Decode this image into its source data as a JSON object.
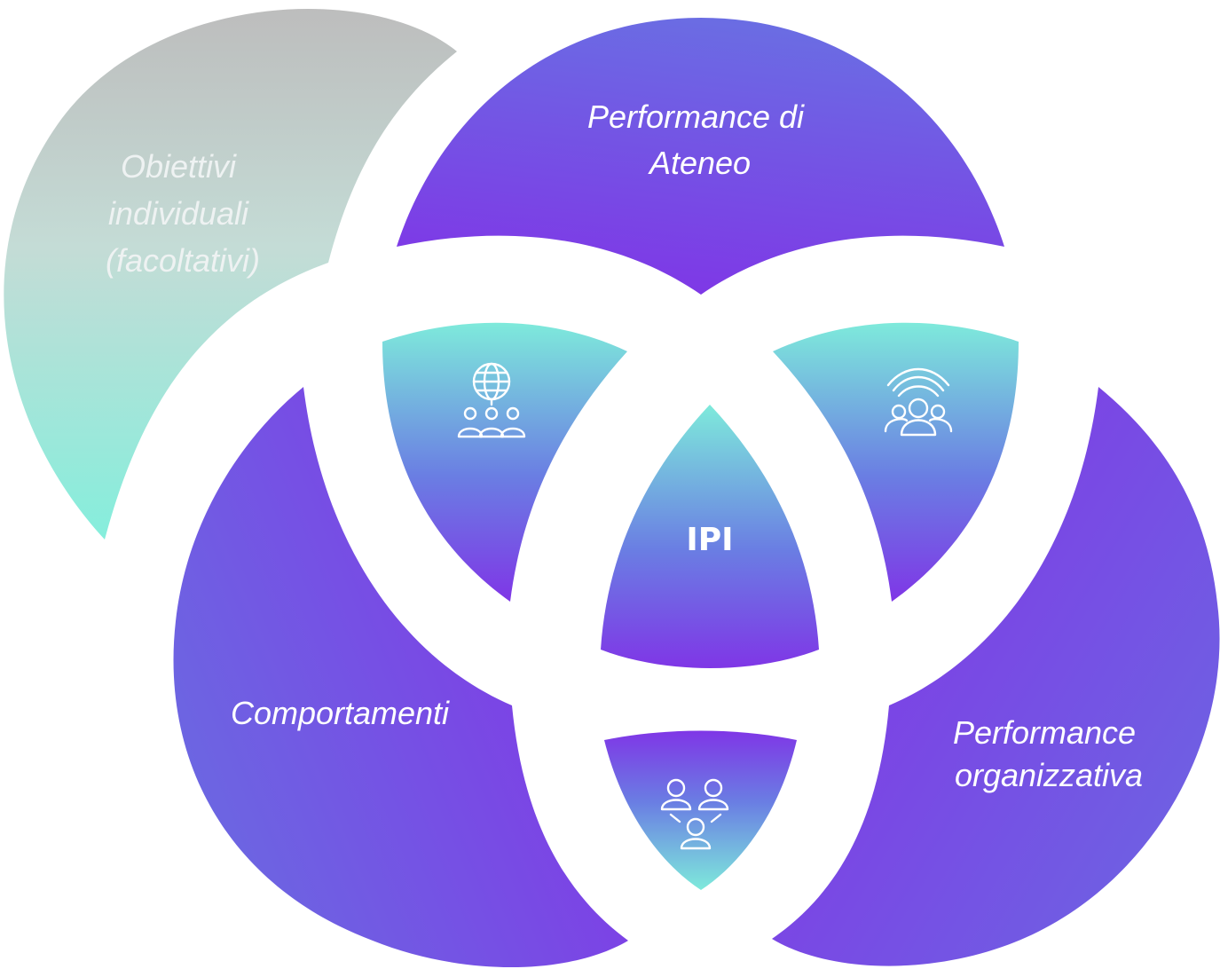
{
  "diagram": {
    "center_label": "IPI",
    "segments": [
      {
        "id": "obiettivi",
        "lines": [
          "Obiettivi",
          "individuali",
          "(facoltativi)"
        ]
      },
      {
        "id": "ateneo",
        "lines": [
          "Performance di",
          "Ateneo"
        ]
      },
      {
        "id": "comportamenti",
        "lines": [
          "Comportamenti"
        ]
      },
      {
        "id": "organizzativa",
        "lines": [
          "Performance",
          "organizzativa"
        ]
      }
    ],
    "icons": {
      "top_left": "globe-people-icon",
      "top_right": "broadcast-group-icon",
      "bottom": "team-network-icon"
    },
    "colors": {
      "purple": "#7f3be6",
      "blue": "#6b6fe2",
      "mint": "#7fe8dc",
      "grey": "#bdbdbd",
      "background": "#ffffff"
    }
  }
}
